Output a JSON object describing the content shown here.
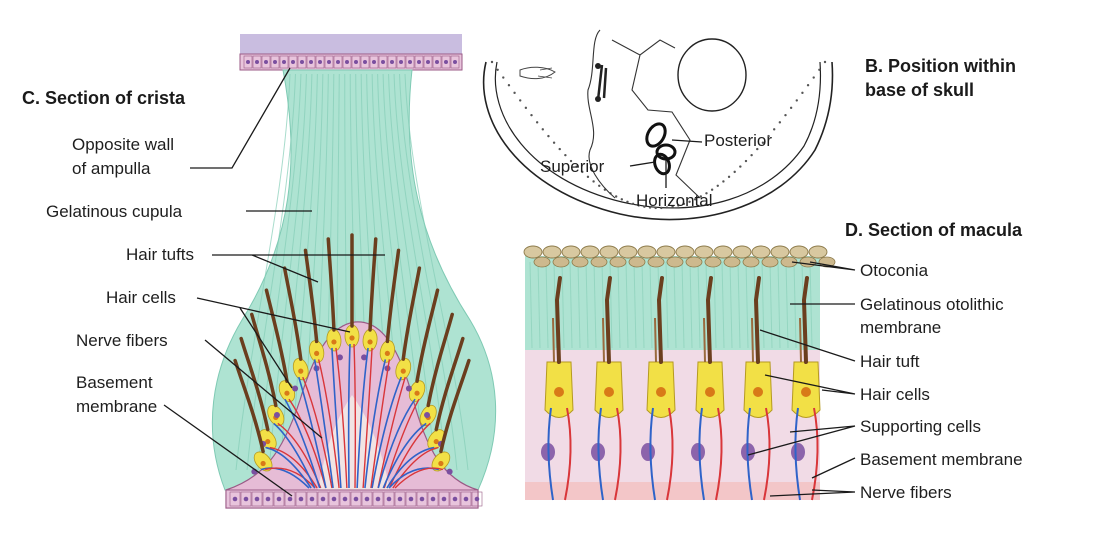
{
  "panels": {
    "crista": {
      "title": "C. Section of crista",
      "labels": {
        "opposite_wall_1": "Opposite wall",
        "opposite_wall_2": "of ampulla",
        "cupula": "Gelatinous cupula",
        "hair_tufts": "Hair tufts",
        "hair_cells": "Hair cells",
        "nerve_fibers": "Nerve fibers",
        "basement_1": "Basement",
        "basement_2": "membrane"
      }
    },
    "skull": {
      "title_line1": "B. Position within",
      "title_line2": "base of skull",
      "labels": {
        "superior": "Superior",
        "posterior": "Posterior",
        "horizontal": "Horizontal"
      }
    },
    "macula": {
      "title": "D. Section of macula",
      "labels": {
        "otoconia": "Otoconia",
        "otolithic_1": "Gelatinous otolithic",
        "otolithic_2": "membrane",
        "hair_tuft": "Hair tuft",
        "hair_cells": "Hair cells",
        "supporting": "Supporting cells",
        "basement": "Basement membrane",
        "nerve": "Nerve fibers"
      }
    }
  },
  "colors": {
    "cupula": "#aee3d2",
    "epithelium": "#e6bcd6",
    "hair_cell": "#f2e046",
    "nucleus": "#d87a18",
    "supporting_nucleus": "#7a4fa0",
    "nerve_blue": "#2f63c9",
    "nerve_red": "#d9363a",
    "hair_tuft": "#6b3e1e",
    "otoconia": "#d8c8a0",
    "basement": "#e99aa6"
  }
}
